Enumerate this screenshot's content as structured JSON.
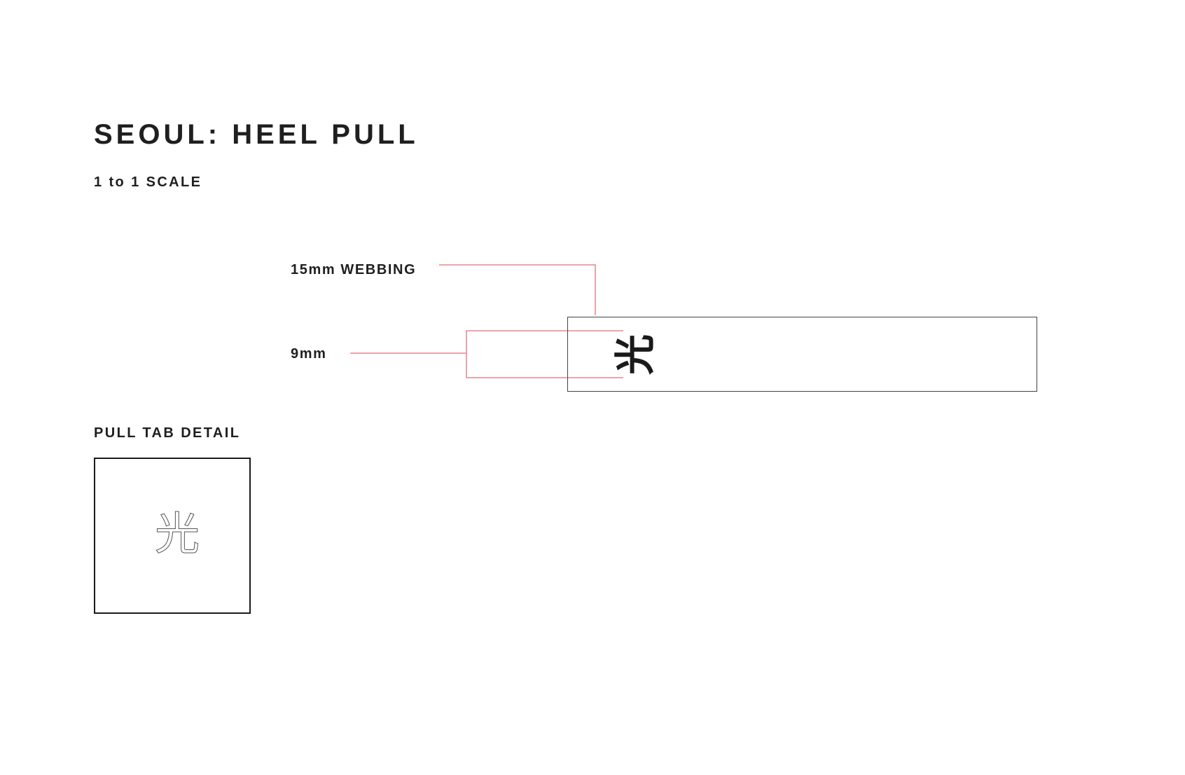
{
  "title": "SEOUL: HEEL PULL",
  "subtitle": "1 to 1 SCALE",
  "callouts": {
    "webbing": "15mm WEBBING",
    "height": "9mm"
  },
  "detail": {
    "heading": "PULL TAB DETAIL",
    "glyph": "光"
  },
  "strip": {
    "glyph": "光"
  },
  "colors": {
    "callout_line": "#e8858d",
    "text": "#1f1f1f",
    "outline": "#444444"
  }
}
